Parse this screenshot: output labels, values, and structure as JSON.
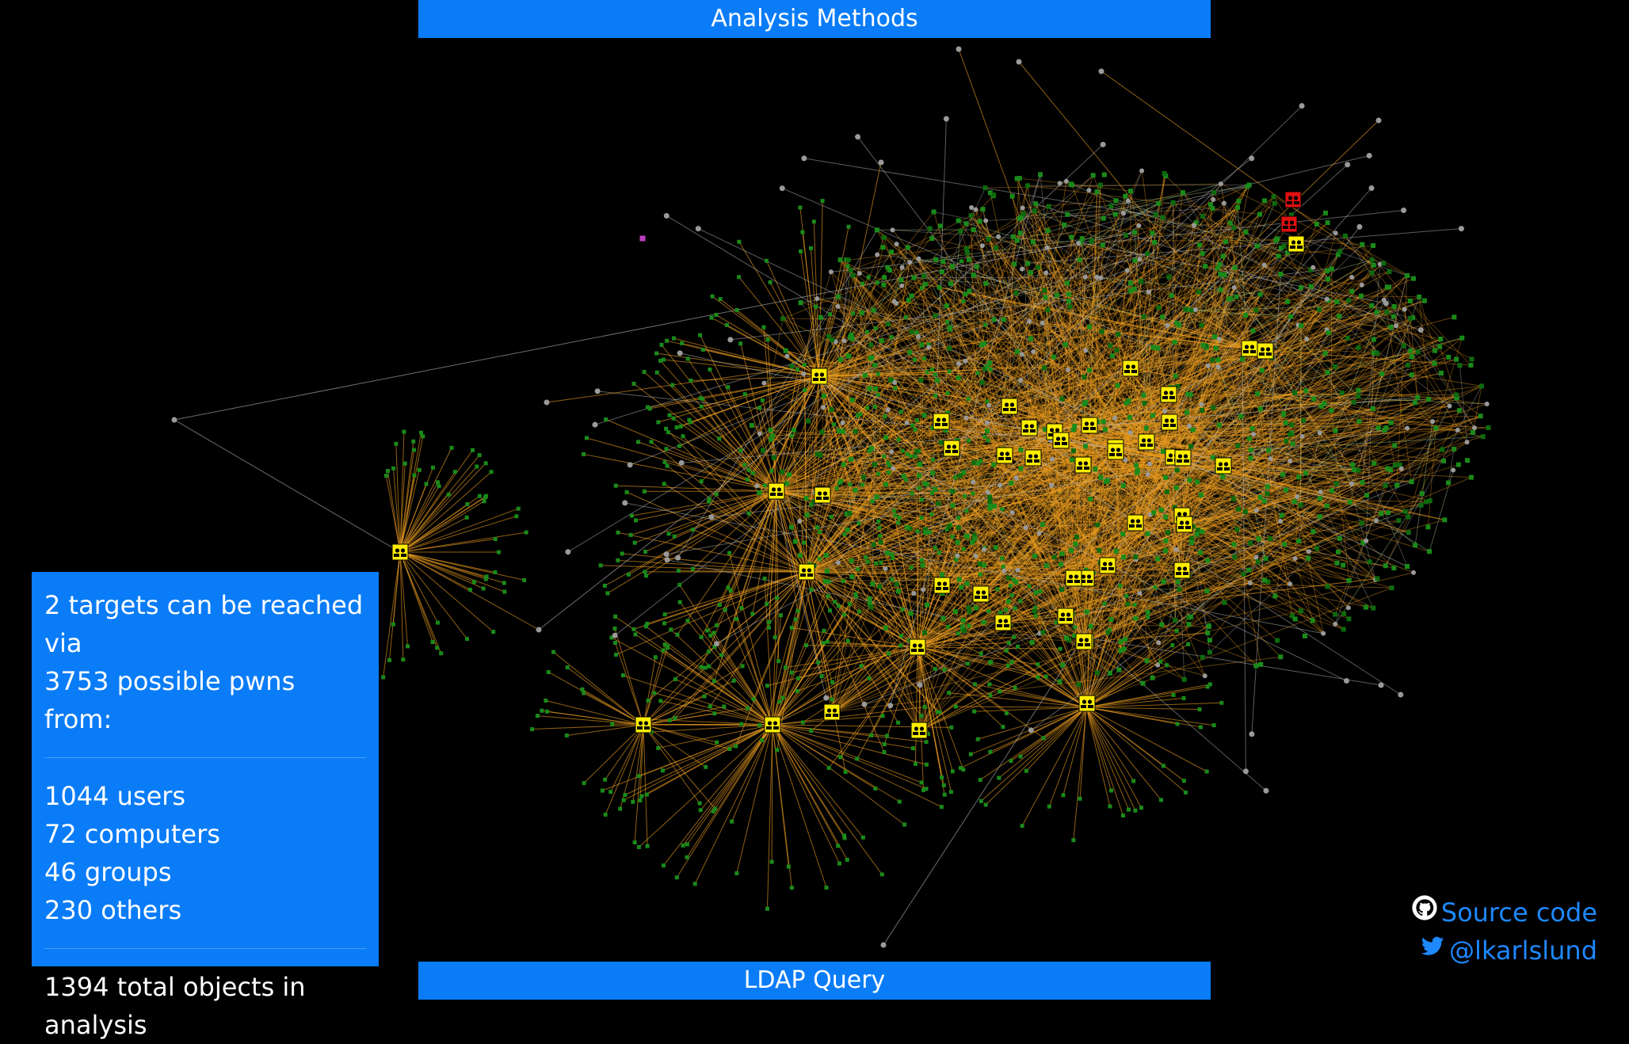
{
  "header": {
    "title": "Analysis Methods"
  },
  "footer": {
    "title": "LDAP Query"
  },
  "stats": {
    "line1": "2 targets can be reached via",
    "line2": "3753 possible pwns from:",
    "users": "1044 users",
    "computers": "72 computers",
    "groups": "46 groups",
    "others": "230 others",
    "total": "1394 total objects in analysis"
  },
  "links": {
    "source": "Source code",
    "twitter": "@lkarlslund",
    "source_icon": "github-icon",
    "twitter_icon": "twitter-icon"
  },
  "colors": {
    "bar": "#0a7cf7",
    "link": "#1e88ff",
    "edge_primary": "#f0a020",
    "edge_secondary": "#b8b8b8",
    "group_node": "#ffee00",
    "target_node": "#e01010",
    "user_node": "#1a8a1a",
    "other_node": "#9a9a9a"
  }
}
